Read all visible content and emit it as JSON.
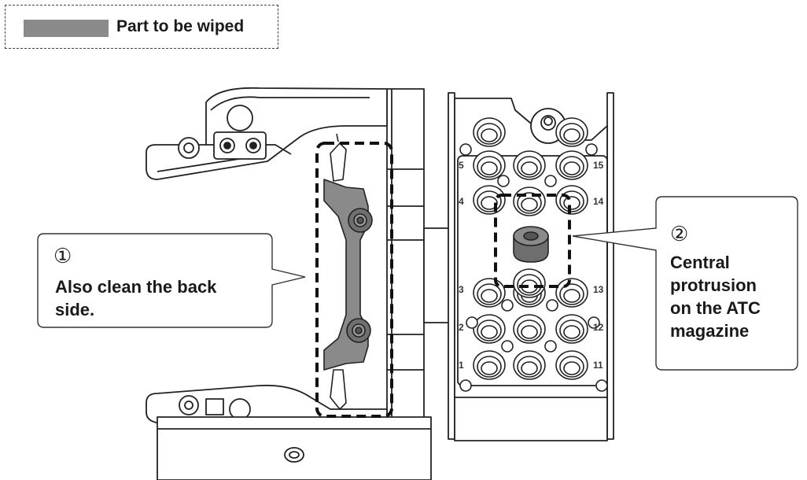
{
  "legend": {
    "swatch_color": "#8a8a8a",
    "label": "Part to be wiped"
  },
  "callouts": [
    {
      "number": "①",
      "lines": [
        "Also clean the back",
        "side."
      ]
    },
    {
      "number": "②",
      "lines": [
        "Central",
        "protrusion",
        "on the ATC",
        "magazine"
      ]
    }
  ],
  "magazine": {
    "slot_numbers_left": [
      "5",
      "4",
      "3",
      "2",
      "1"
    ],
    "slot_numbers_right": [
      "15",
      "14",
      "13",
      "12",
      "11"
    ]
  }
}
